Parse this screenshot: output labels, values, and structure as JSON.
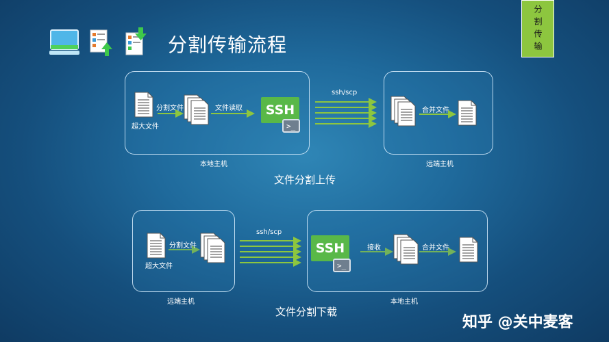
{
  "title": "分割传输流程",
  "corner_tab": "分割传输",
  "upload": {
    "section_label": "文件分割上传",
    "local_label": "本地主机",
    "remote_label": "远端主机",
    "big_file_label": "超大文件",
    "split_label": "分割文件",
    "read_label": "文件读取",
    "transfer_label": "ssh/scp",
    "merge_label": "合并文件",
    "ssh_label": "SSH",
    "prompt_glyph": ">_"
  },
  "download": {
    "section_label": "文件分割下载",
    "remote_label": "远端主机",
    "local_label": "本地主机",
    "big_file_label": "超大文件",
    "split_label": "分割文件",
    "transfer_label": "ssh/scp",
    "receive_label": "接收",
    "merge_label": "合并文件",
    "ssh_label": "SSH",
    "prompt_glyph": ">_"
  },
  "watermark": "知乎 @关中麦客",
  "colors": {
    "arrow_green": "#8dc63f",
    "ssh_green": "#59b848",
    "tab_green": "#8dc63f"
  },
  "icons": {
    "header_1": "monitor-icon",
    "header_2": "document-upload-icon",
    "header_3": "document-download-icon"
  }
}
